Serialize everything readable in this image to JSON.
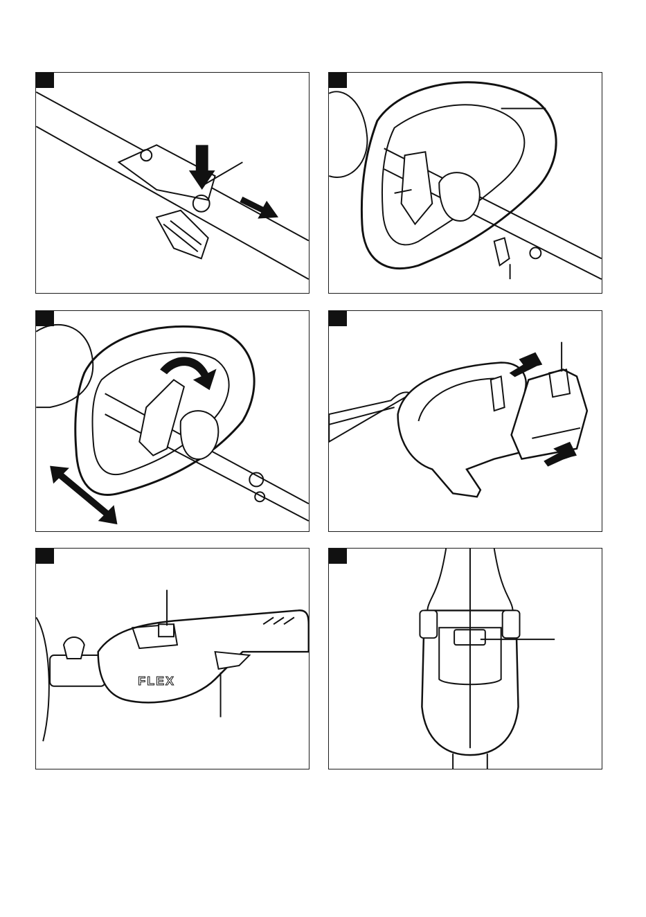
{
  "page": {
    "panels": [
      {
        "id": "p1",
        "label": ""
      },
      {
        "id": "p2",
        "label": ""
      },
      {
        "id": "p3",
        "label": ""
      },
      {
        "id": "p4",
        "label": ""
      },
      {
        "id": "p5",
        "label": ""
      },
      {
        "id": "p6",
        "label": ""
      }
    ],
    "brand_logo_text": "FLEX",
    "colors": {
      "line": "#111111",
      "paper": "#ffffff",
      "tab": "#111111"
    }
  }
}
